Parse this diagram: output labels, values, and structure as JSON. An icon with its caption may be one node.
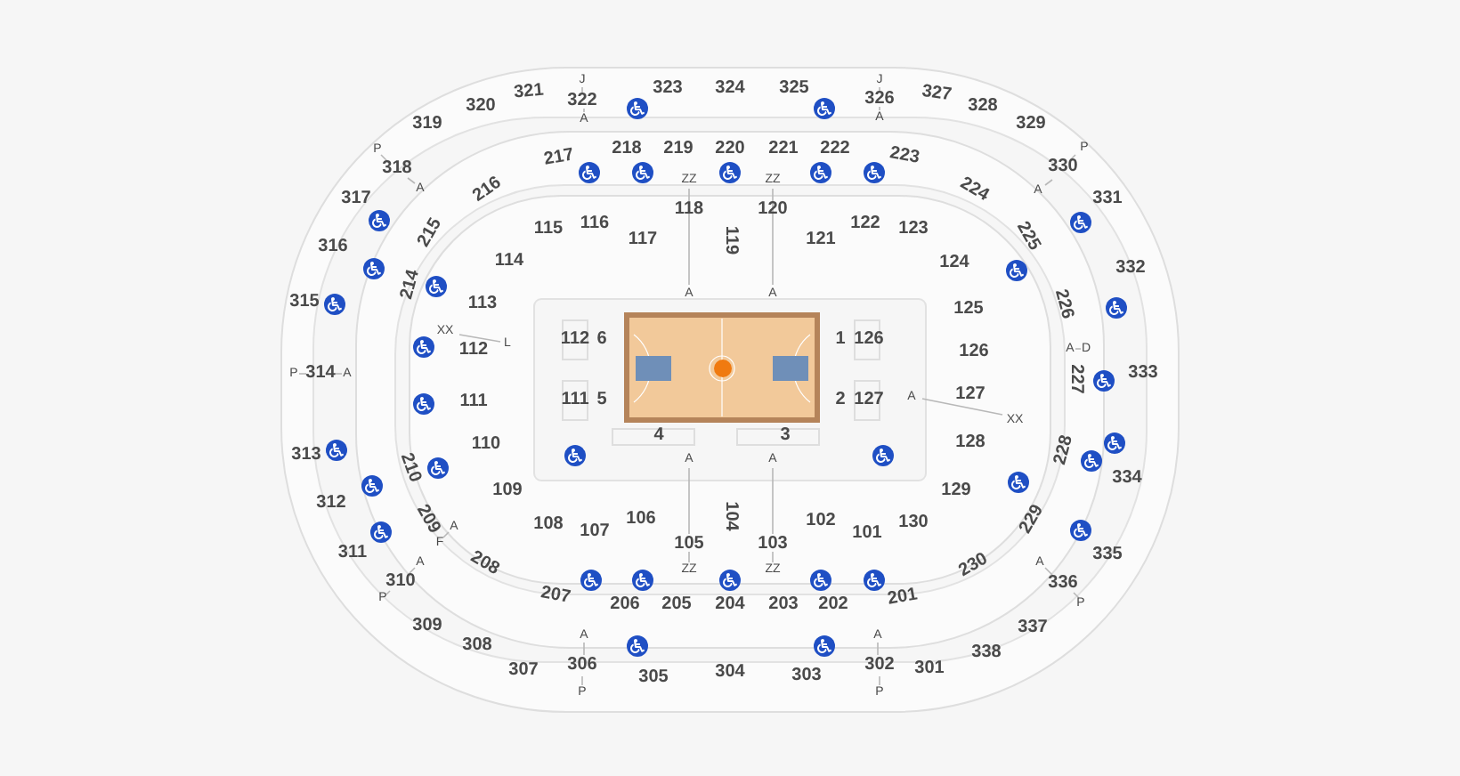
{
  "diagram": {
    "labels": [
      "321",
      "J",
      "322",
      "A",
      "323",
      "324",
      "325",
      "J",
      "326",
      "A",
      "327",
      "320",
      "328",
      "319",
      "329",
      "P",
      "318",
      "A",
      "217",
      "218",
      "219",
      "220",
      "221",
      "222",
      "223",
      "P",
      "330",
      "A",
      "216",
      "ZZ",
      "ZZ",
      "224",
      "317",
      "118",
      "120",
      "331",
      "115",
      "116",
      "117",
      "119",
      "121",
      "122",
      "123",
      "215",
      "225",
      "316",
      "114",
      "124",
      "332",
      "214",
      "226",
      "113",
      "125",
      "315",
      "A",
      "A",
      "XX",
      "L",
      "112",
      "112",
      "6",
      "1",
      "126",
      "126",
      "A",
      "D",
      "P",
      "314",
      "A",
      "227",
      "333",
      "111",
      "111",
      "5",
      "2",
      "127",
      "A",
      "127",
      "XX",
      "4",
      "3",
      "313",
      "110",
      "A",
      "A",
      "128",
      "228",
      "210",
      "334",
      "109",
      "129",
      "104",
      "312",
      "108",
      "106",
      "102",
      "130",
      "107",
      "101",
      "209",
      "A",
      "F",
      "229",
      "311",
      "335",
      "A",
      "336",
      "P",
      "208",
      "230",
      "105",
      "103",
      "ZZ",
      "ZZ",
      "A",
      "310",
      "P",
      "207",
      "201",
      "206",
      "205",
      "204",
      "203",
      "202",
      "309",
      "337",
      "A",
      "306",
      "P",
      "A",
      "302",
      "P",
      "308",
      "338",
      "307",
      "305",
      "304",
      "303",
      "301"
    ]
  }
}
